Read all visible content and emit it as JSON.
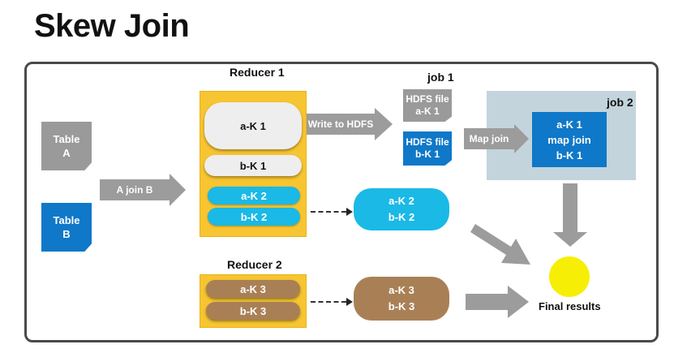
{
  "title": "Skew Join",
  "colors": {
    "reducer": "#f7c531",
    "blue": "#0f78c8",
    "gray": "#9a9a9a",
    "cyan": "#1ab9e6",
    "brown": "#a98056",
    "job2_panel": "#c3d4dc",
    "final": "#f7ee06"
  },
  "tables": [
    {
      "line1": "Table",
      "line2": "A"
    },
    {
      "line1": "Table",
      "line2": "B"
    }
  ],
  "arrows": {
    "join": "A join B",
    "write": "Write to HDFS",
    "mapjoin": "Map join"
  },
  "reducer1": {
    "label": "Reducer 1",
    "items": [
      "a-K 1",
      "b-K 1",
      "a-K 2",
      "b-K 2"
    ]
  },
  "reducer2": {
    "label": "Reducer 2",
    "items": [
      "a-K 3",
      "b-K 3"
    ]
  },
  "job1": {
    "label": "job 1",
    "files": [
      {
        "line1": "HDFS file",
        "line2": "a-K 1"
      },
      {
        "line1": "HDFS file",
        "line2": "b-K 1"
      }
    ]
  },
  "job2": {
    "label": "job 2",
    "box": [
      "a-K 1",
      "map join",
      "b-K 1"
    ]
  },
  "outputs": {
    "cyan": [
      "a-K 2",
      "b-K 2"
    ],
    "brown": [
      "a-K 3",
      "b-K 3"
    ]
  },
  "final": "Final results"
}
